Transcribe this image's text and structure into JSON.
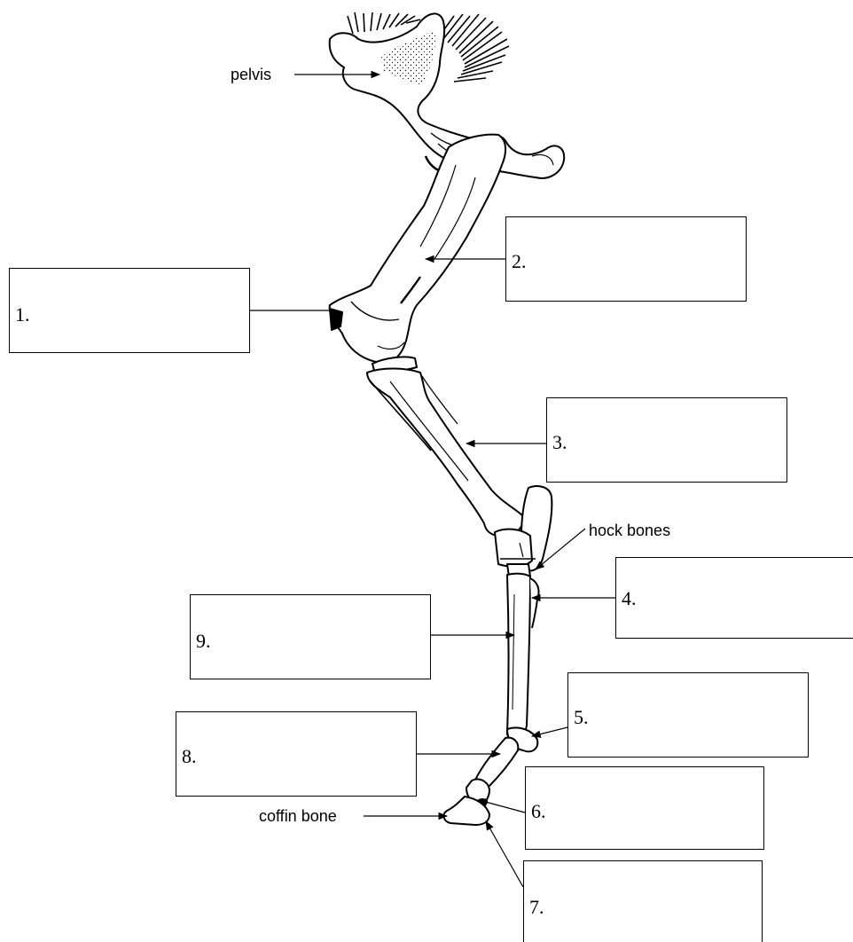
{
  "labels": {
    "pelvis": "pelvis",
    "hock_bones": "hock bones",
    "coffin_bone": "coffin bone"
  },
  "boxes": {
    "b1": "1.",
    "b2": "2.",
    "b3": "3.",
    "b4": "4.",
    "b5": "5.",
    "b6": "6.",
    "b7": "7.",
    "b8": "8.",
    "b9": "9."
  },
  "colors": {
    "ink": "#000000",
    "background": "#ffffff"
  }
}
